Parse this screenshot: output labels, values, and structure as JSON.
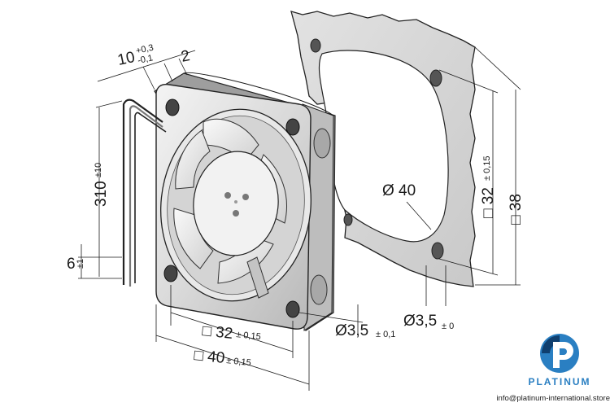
{
  "dimensions": {
    "length_main": "10",
    "length_tol_plus": "+0,3",
    "length_tol_minus": "-0,1",
    "wall": "2",
    "cable_main": "310",
    "cable_tol": "±10",
    "strip_main": "6",
    "strip_tol": "±1",
    "hole_spacing_front": "□ 32",
    "hole_spacing_front_tol": "± 0,15",
    "frame_front": "□ 40",
    "frame_front_tol": "± 0,15",
    "hole_dia_fan": "Ø3,5",
    "hole_dia_fan_tol": "± 0,1",
    "opening": "Ø 40",
    "hole_dia_gasket": "Ø3,5",
    "hole_dia_gasket_tol": "± 0",
    "hole_spacing_side": "□ 32",
    "hole_spacing_side_tol": "± 0,15",
    "frame_side": "□ 38"
  },
  "branding": {
    "logo_name": "PLATINUM",
    "logo_email": "info@platinum-international.store",
    "color_primary": "#2a7fc2",
    "color_dark": "#0f3f6f"
  }
}
